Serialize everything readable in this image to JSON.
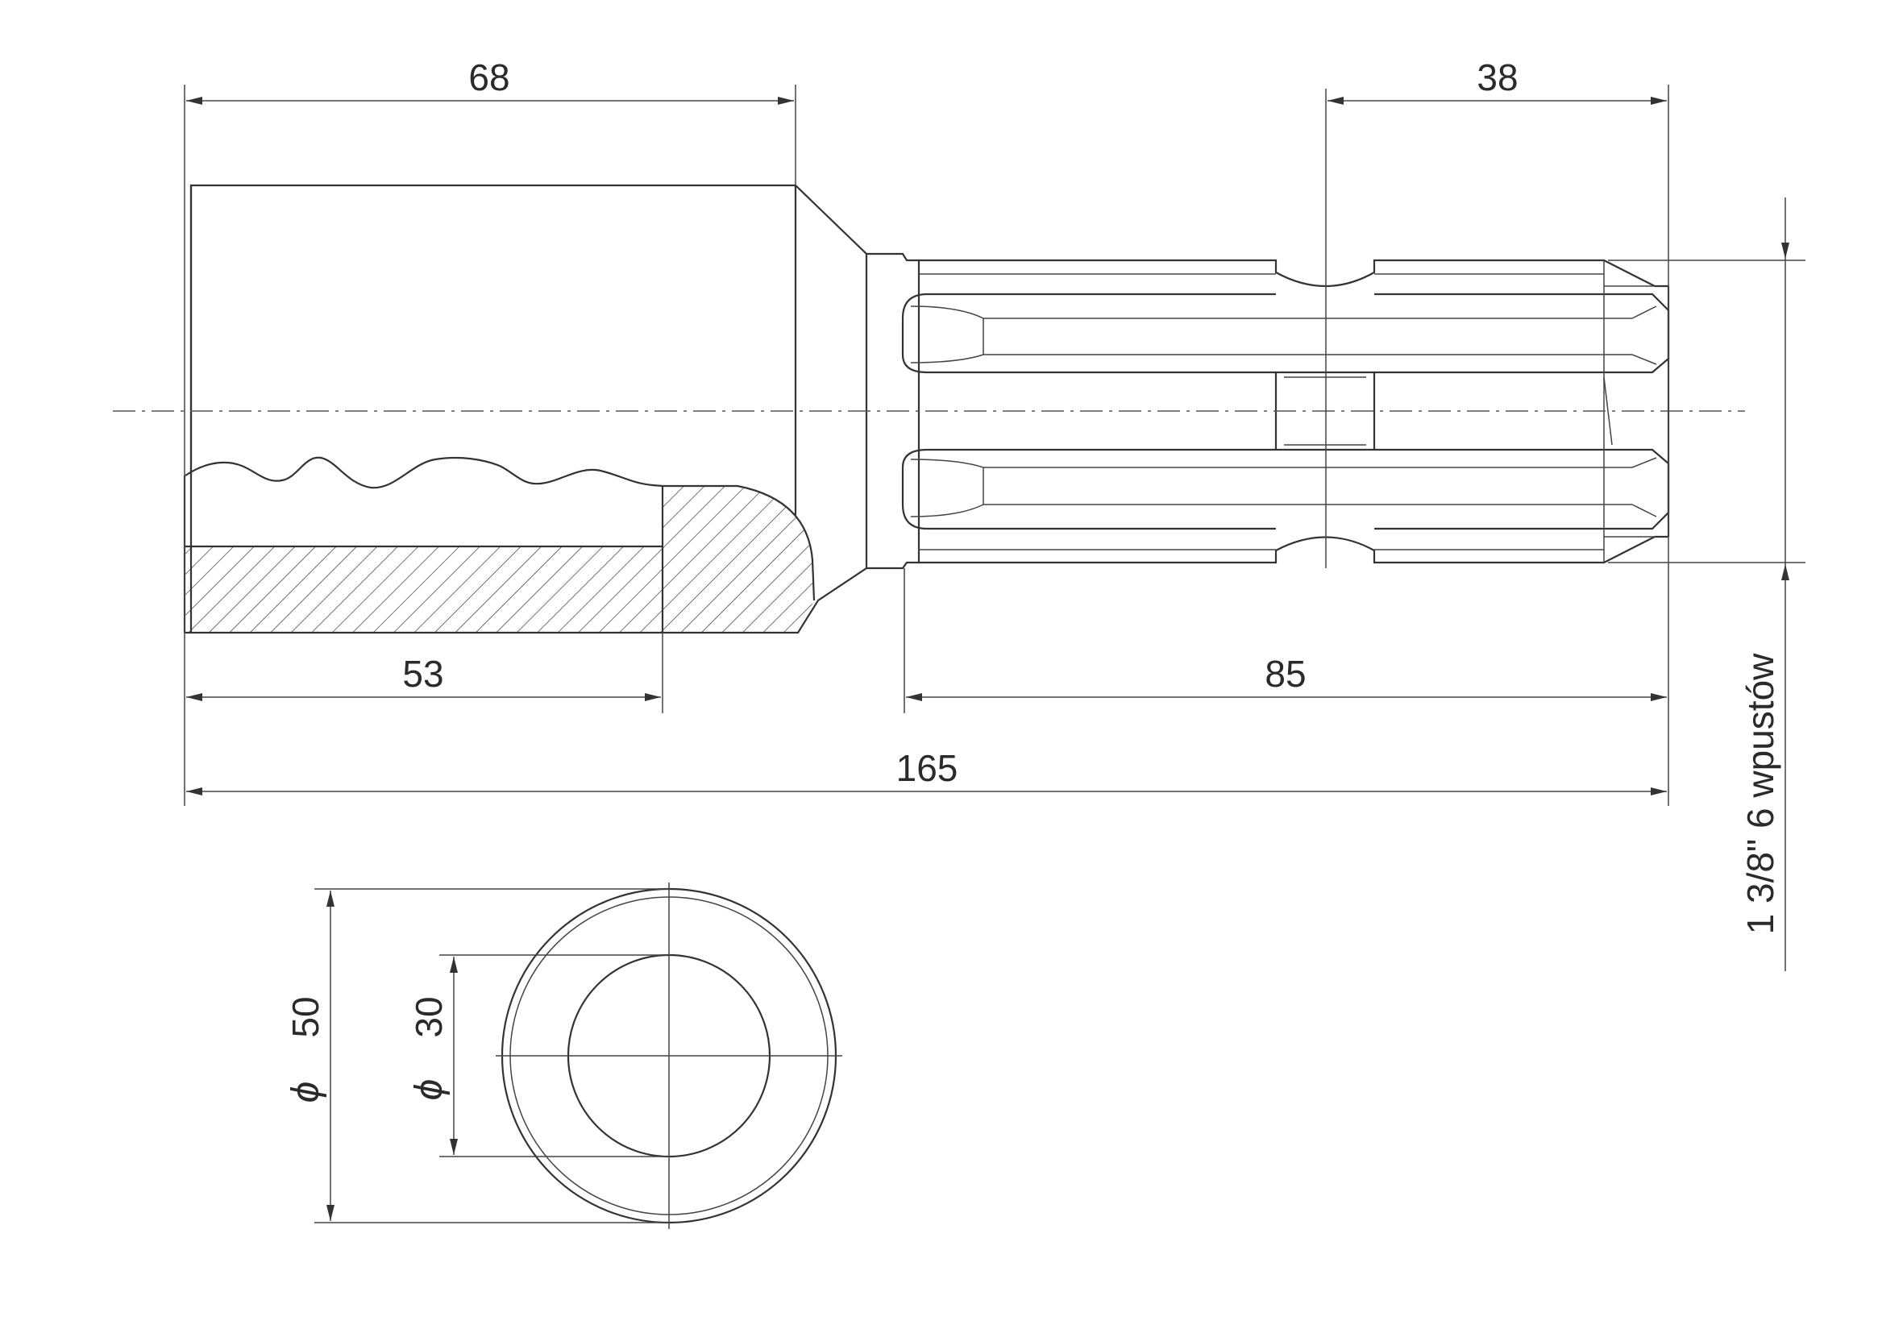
{
  "dimensions": {
    "bore_depth": "68",
    "spline_end_section": "38",
    "hatched_length": "53",
    "spline_length": "85",
    "overall_length": "165",
    "outer_diameter": "50",
    "inner_diameter": "30",
    "diameter_symbol": "ϕ",
    "spline_spec": "1 3/8\" 6 wpustów"
  }
}
